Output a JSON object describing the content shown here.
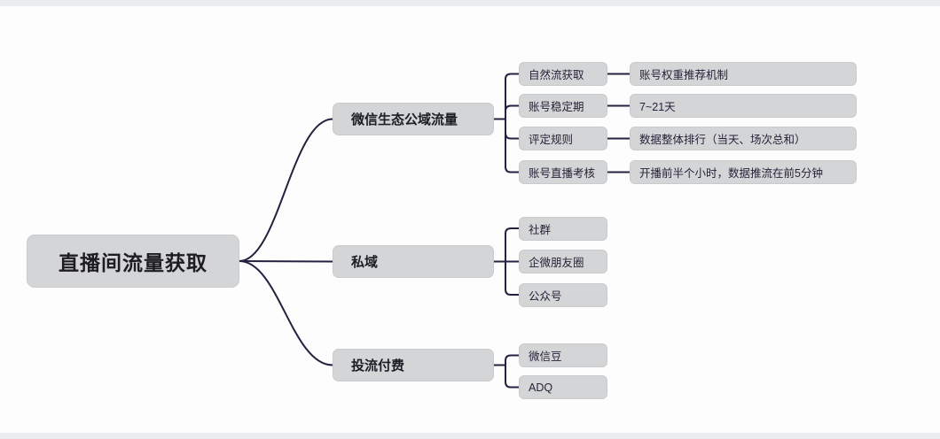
{
  "page": {
    "background_color": "#fdfdfe",
    "band_color": "#e9edf0"
  },
  "diagram": {
    "type": "mindmap",
    "line_color": "#262140",
    "node_background_color": "#d4d5d7",
    "node_text_color": "#26223a",
    "root": {
      "label": "直播间流量获取",
      "children": [
        {
          "label": "微信生态公域流量",
          "children": [
            {
              "label": "自然流获取",
              "children": [
                {
                  "label": "账号权重推荐机制"
                }
              ]
            },
            {
              "label": "账号稳定期",
              "children": [
                {
                  "label": "7~21天"
                }
              ]
            },
            {
              "label": "评定规则",
              "children": [
                {
                  "label": "数据整体排行（当天、场次总和）"
                }
              ]
            },
            {
              "label": "账号直播考核",
              "children": [
                {
                  "label": "开播前半个小时，数据推流在前5分钟"
                }
              ]
            }
          ]
        },
        {
          "label": "私域",
          "children": [
            {
              "label": "社群"
            },
            {
              "label": "企微朋友圈"
            },
            {
              "label": "公众号"
            }
          ]
        },
        {
          "label": "投流付费",
          "children": [
            {
              "label": "微信豆"
            },
            {
              "label": "ADQ"
            }
          ]
        }
      ]
    }
  }
}
